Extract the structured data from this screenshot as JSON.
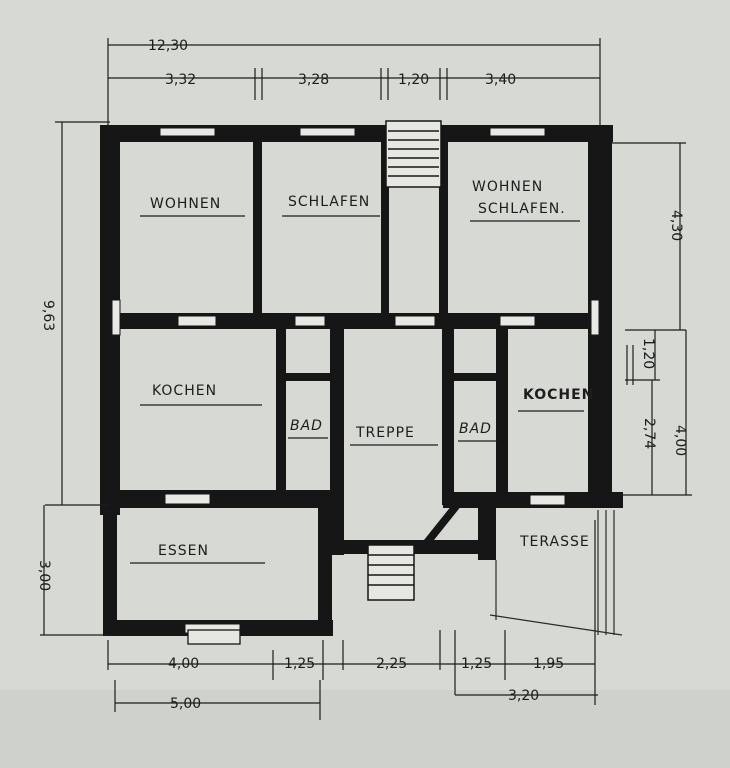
{
  "rooms": {
    "wohnen": "WOHNEN",
    "schlafen": "SCHLAFEN",
    "wohnen_schlafen_1": "WOHNEN",
    "wohnen_schlafen_2": "SCHLAFEN.",
    "kochen_left": "KOCHEN",
    "bad_left": "BAD",
    "treppe": "TREPPE",
    "bad_right": "BAD",
    "kochen_right": "KOCHEN",
    "essen": "ESSEN",
    "terasse": "TERASSE"
  },
  "dimensions": {
    "top_total": "12,30",
    "top_1": "3,32",
    "top_2": "3,28",
    "top_3": "1,20",
    "top_4": "3,40",
    "left_main": "9,63",
    "left_lower": "3,00",
    "right_upper": "4,30",
    "right_small": "1,20",
    "right_mid": "2,74",
    "right_lower": "4,00",
    "bottom_1": "4,00",
    "bottom_2": "1,25",
    "bottom_3": "2,25",
    "bottom_4": "1,25",
    "bottom_5": "1,95",
    "bottom_row2_left": "5,00",
    "bottom_row2_right": "3,20"
  }
}
